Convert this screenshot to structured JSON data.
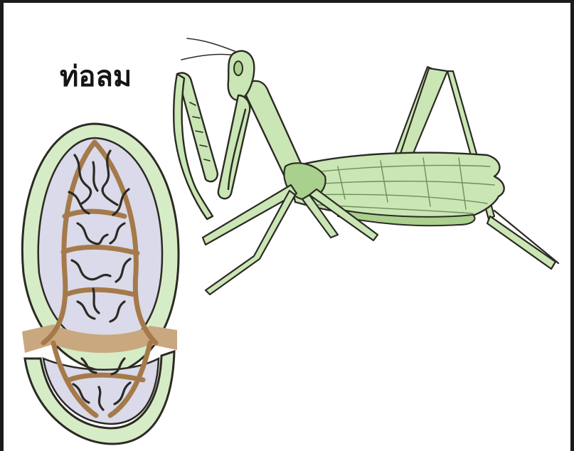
{
  "diagram": {
    "label": "ท่อลม",
    "colors": {
      "outline": "#2c2a24",
      "body_green": "#c9e6b4",
      "body_green_dark": "#a9d08d",
      "ring_green": "#d6ecc6",
      "lung_fill": "#dadaea",
      "trachea_brown": "#a57a4a",
      "trachea_tan": "#c9a87f",
      "frame": "#1b1b1b",
      "background": "#ffffff"
    },
    "icons": {
      "trachea": "trachea-cross-section-illustration",
      "insect": "praying-mantis-illustration"
    }
  }
}
